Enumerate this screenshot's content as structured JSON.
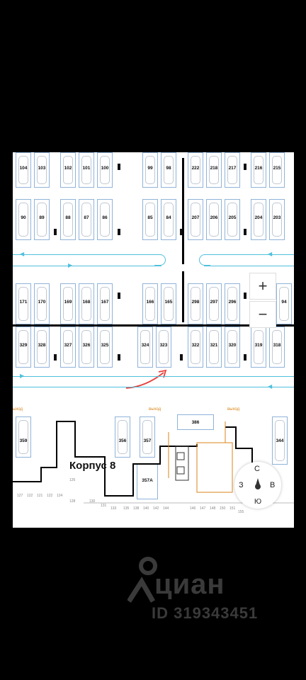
{
  "map": {
    "row1_top": [
      "104",
      "103",
      "102",
      "101",
      "100",
      "99",
      "98",
      "222",
      "218",
      "217",
      "216",
      "215"
    ],
    "row1_bottom": [
      "90",
      "89",
      "88",
      "87",
      "86",
      "85",
      "84",
      "207",
      "206",
      "205",
      "204",
      "203"
    ],
    "row2_top": [
      "171",
      "170",
      "169",
      "168",
      "167",
      "166",
      "165",
      "298",
      "297",
      "296",
      "94"
    ],
    "row2_bottom": [
      "329",
      "328",
      "327",
      "326",
      "325",
      "324",
      "323",
      "322",
      "321",
      "320",
      "319",
      "318"
    ],
    "lower": {
      "spots": [
        "359",
        "356",
        "357",
        "386",
        "344",
        "357A"
      ],
      "building_label": "Корпус 8",
      "exit_labels": [
        "ыход",
        "выход",
        "выход"
      ],
      "small_numbers": [
        "127",
        "122",
        "121",
        "122",
        "124",
        "126",
        "128",
        "130",
        "131",
        "133",
        "135",
        "138",
        "140",
        "142",
        "144",
        "146",
        "147",
        "148",
        "150",
        "151",
        "155"
      ]
    }
  },
  "controls": {
    "zoom_in": "+",
    "zoom_out": "−"
  },
  "compass": {
    "north": "С",
    "south": "Ю",
    "west": "З",
    "east": "В"
  },
  "watermark": {
    "brand": "циан",
    "id": "ID 319343451"
  },
  "colors": {
    "background": "#000000",
    "lane": "#4fc0dd",
    "exit": "#d9861c",
    "arrow": "#e8413c",
    "spot_border": "#8fb3d9"
  }
}
